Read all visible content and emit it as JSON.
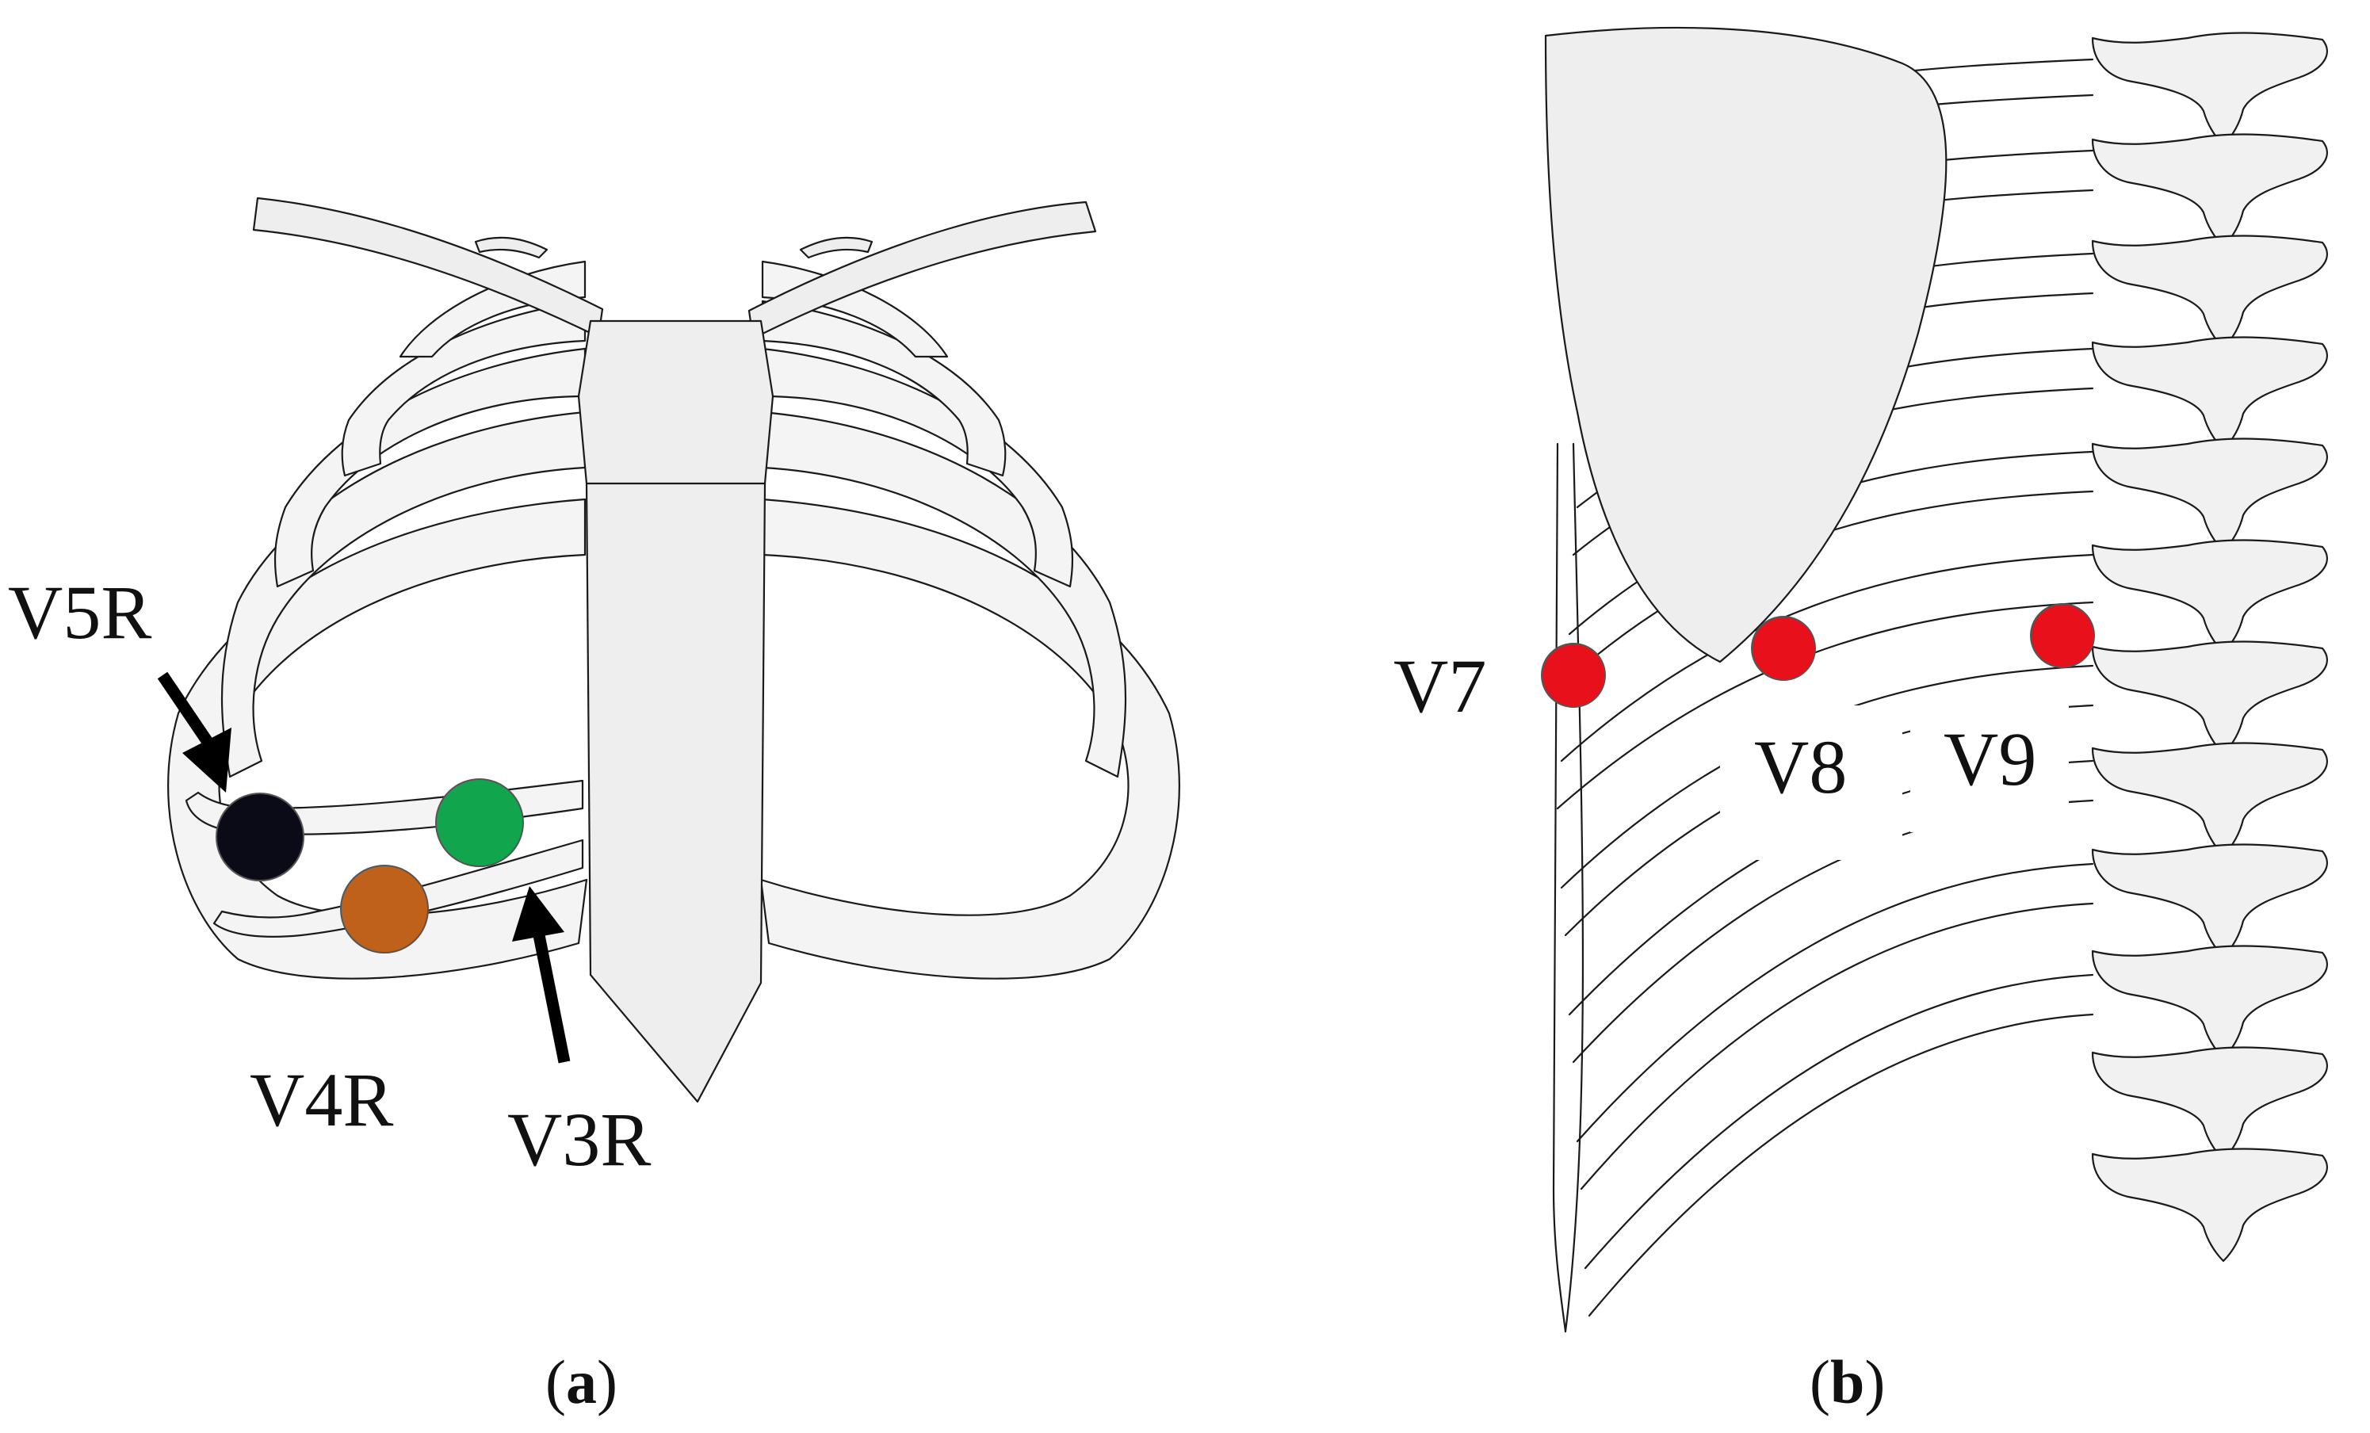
{
  "panel_a": {
    "labels": {
      "v5r": "V5R",
      "v4r": "V4R",
      "v3r": "V3R"
    },
    "caption": {
      "open": "(",
      "letter": "a",
      "close": ")"
    },
    "electrodes": {
      "v5r": {
        "color": "#0b0b17"
      },
      "v4r": {
        "color": "#c0611b"
      },
      "v3r": {
        "color": "#11a64d"
      }
    }
  },
  "panel_b": {
    "labels": {
      "v7": "V7",
      "v8": "V8",
      "v9": "V9"
    },
    "caption": {
      "open": "(",
      "letter": "b",
      "close": ")"
    },
    "electrodes": {
      "v7": {
        "color": "#e8101a"
      },
      "v8": {
        "color": "#e8101a"
      },
      "v9": {
        "color": "#e8101a"
      }
    }
  }
}
